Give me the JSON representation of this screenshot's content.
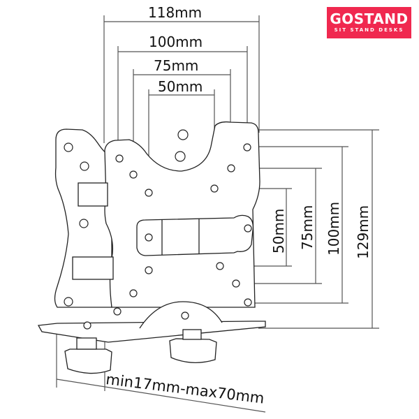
{
  "logo": {
    "brand": "GOSTAND",
    "tagline": "SIT STAND DESKS",
    "background": "#f0284f",
    "text_color": "#ffffff"
  },
  "figure": {
    "subject": "mini-pc-vesa-mount-bracket",
    "line_color": "#222222",
    "dimension_line_color": "#555555"
  },
  "dimensions": {
    "horizontal": [
      {
        "label": "118mm"
      },
      {
        "label": "100mm"
      },
      {
        "label": "75mm"
      },
      {
        "label": "50mm"
      }
    ],
    "vertical": [
      {
        "label": "50mm"
      },
      {
        "label": "75mm"
      },
      {
        "label": "100mm"
      },
      {
        "label": "129mm"
      }
    ],
    "clamp_range": {
      "label": "min17mm-max70mm"
    }
  }
}
